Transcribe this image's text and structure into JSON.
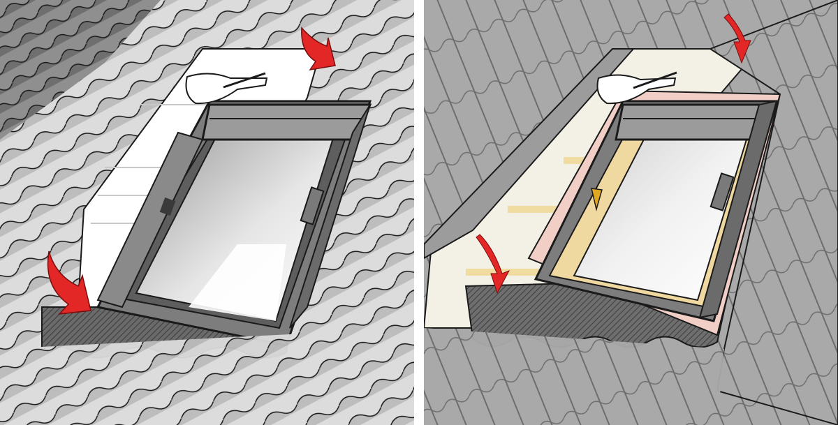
{
  "figure": {
    "panels": [
      {
        "id": "left",
        "roof_type": "profiled-roof-tiles",
        "icons": [
          "roof-window-icon",
          "hand-icon",
          "arrow-down-icon"
        ]
      },
      {
        "id": "right",
        "roof_type": "metal-sheet-roofing",
        "icons": [
          "roof-window-icon",
          "hand-icon",
          "arrow-down-icon"
        ]
      }
    ]
  },
  "colors": {
    "background": "#ffffff",
    "tile_light": "#e8e8e8",
    "tile_dark": "#9a9a9a",
    "frame": "#7d7d7d",
    "frame_dark": "#4a4a4a",
    "glass": "#f4f4f4",
    "arrow": "#e32626",
    "wood": "#f3e4b5",
    "membrane_pink": "#f2cfc6"
  }
}
